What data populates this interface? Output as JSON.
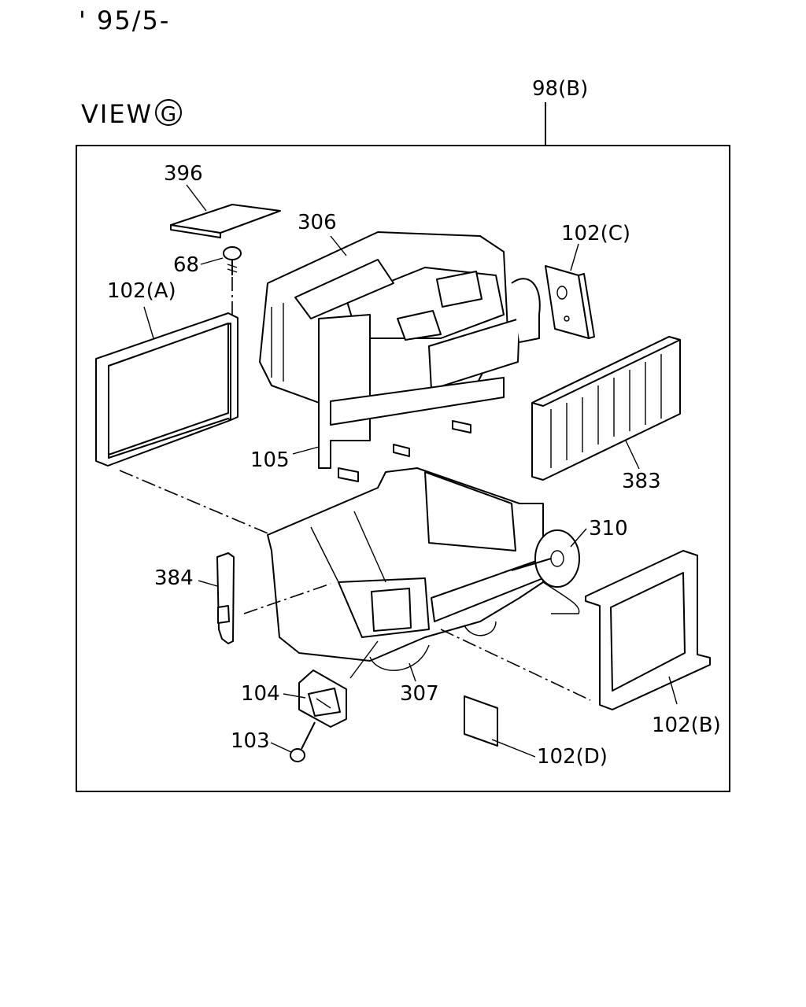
{
  "header": {
    "date_code": "' 95/5-",
    "view_label": "VIEW",
    "view_letter": "G"
  },
  "parts": {
    "p98B": "98(B)",
    "p396": "396",
    "p306": "306",
    "p68": "68",
    "p102A": "102(A)",
    "p102C": "102(C)",
    "p105": "105",
    "p383": "383",
    "p310": "310",
    "p384": "384",
    "p104": "104",
    "p307": "307",
    "p103": "103",
    "p102B": "102(B)",
    "p102D": "102(D)"
  }
}
